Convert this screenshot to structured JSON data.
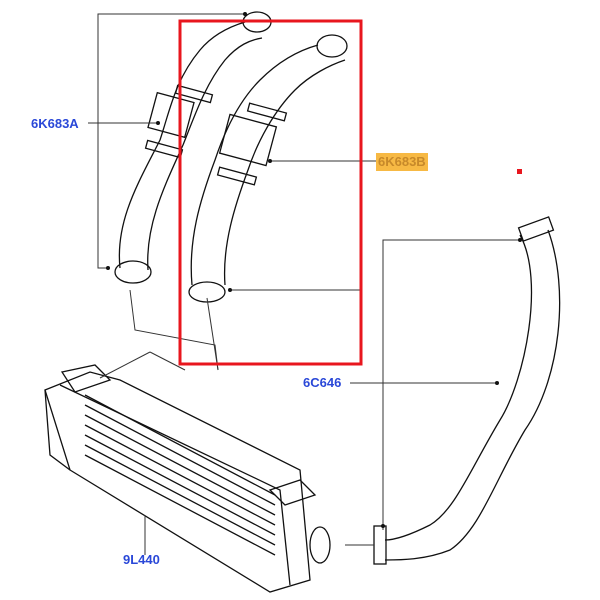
{
  "parts": [
    {
      "id": "hose-left",
      "label": "6K683A"
    },
    {
      "id": "hose-right",
      "label": "6K683B",
      "highlighted": true
    },
    {
      "id": "hose-long",
      "label": "6C646"
    },
    {
      "id": "intercooler",
      "label": "9L440"
    }
  ],
  "colors": {
    "label": "#2a48d8",
    "highlight_bg": "#f7b944",
    "highlight_text": "#c7892a",
    "selection": "#e8161e"
  }
}
